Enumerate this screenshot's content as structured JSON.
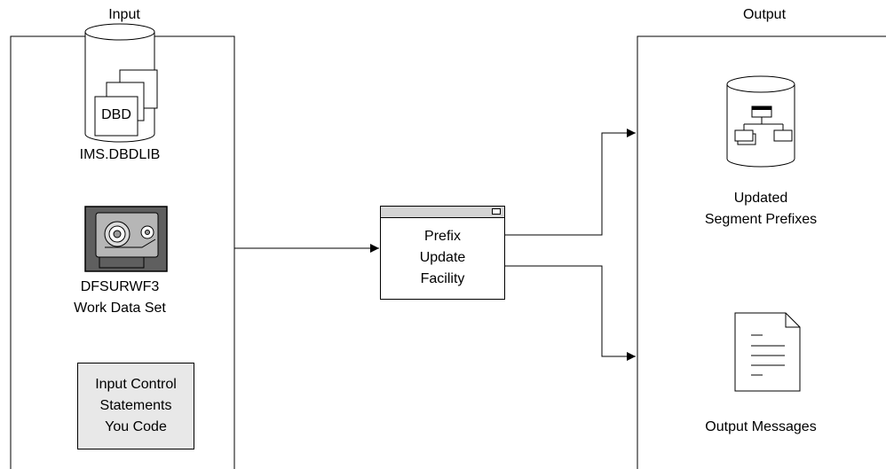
{
  "input_title": "Input",
  "output_title": "Output",
  "inputs": {
    "dbdlib_icon_text": "DBD",
    "dbdlib_label": "IMS.DBDLIB",
    "work_label_1": "DFSURWF3",
    "work_label_2": "Work Data Set",
    "control_lines": [
      "Input Control",
      "Statements",
      "You Code"
    ]
  },
  "process": {
    "lines": [
      "Prefix",
      "Update",
      "Facility"
    ]
  },
  "outputs": {
    "segment_label_1": "Updated",
    "segment_label_2": "Segment Prefixes",
    "messages_label": "Output Messages"
  }
}
